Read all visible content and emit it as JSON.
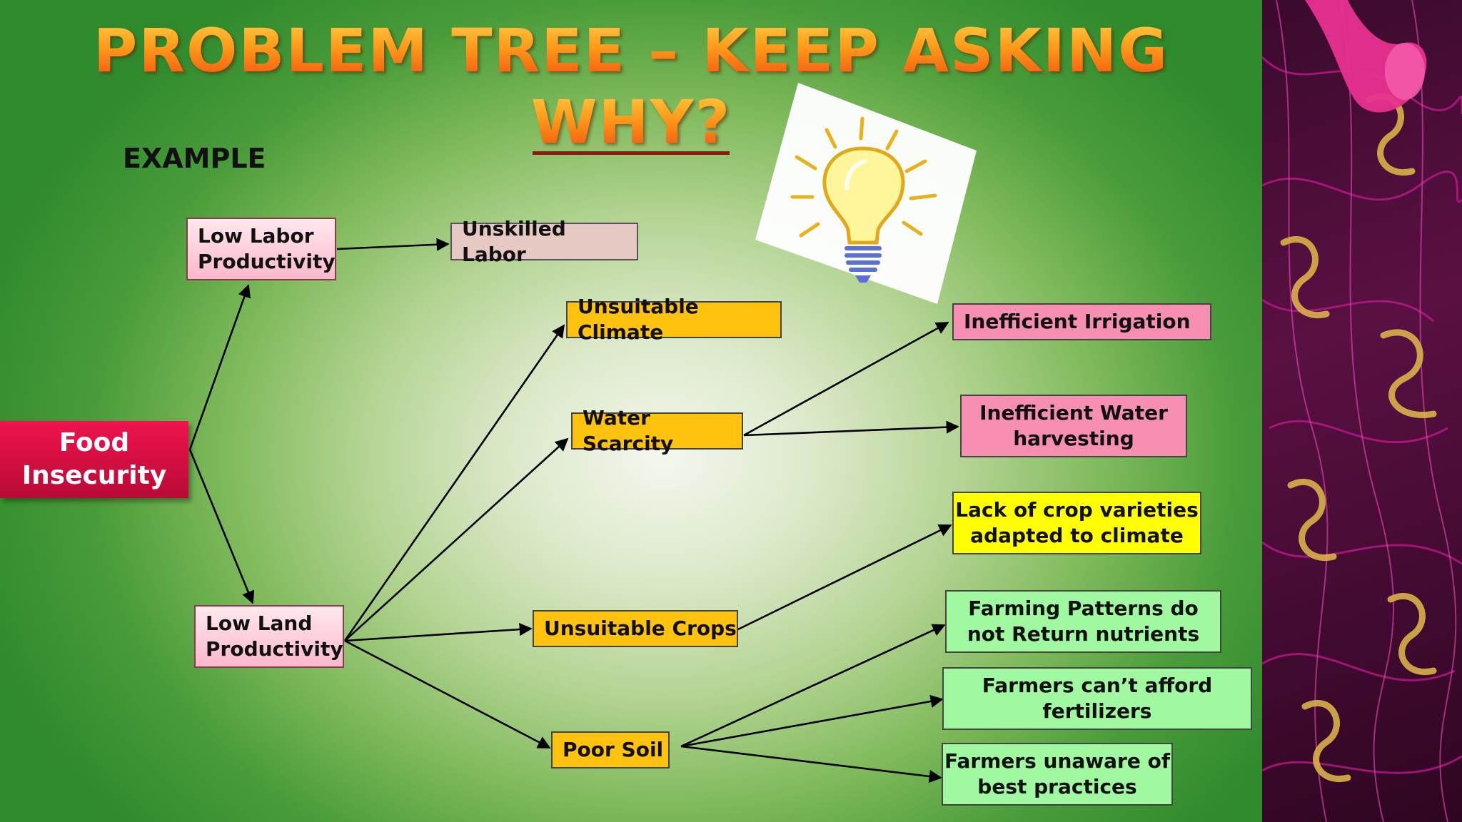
{
  "title": {
    "line1": "PROBLEM TREE – KEEP ASKING",
    "line2": "WHY?"
  },
  "example_label": "EXAMPLE",
  "nodes": {
    "food_insecurity": "Food Insecurity",
    "low_labor": "Low Labor Productivity",
    "unskilled_labor": "Unskilled Labor",
    "low_land": "Low Land Productivity",
    "unsuitable_climate": "Unsuitable Climate",
    "water_scarcity": "Water Scarcity",
    "unsuitable_crops": "Unsuitable Crops",
    "poor_soil": "Poor Soil",
    "inefficient_irrigation": "Inefficient Irrigation",
    "inefficient_water_harvesting": "Inefficient Water harvesting",
    "lack_crop_varieties": "Lack of crop varieties adapted to climate",
    "farming_patterns": "Farming Patterns do not Return nutrients",
    "cant_afford_fertilizers": "Farmers can’t afford fertilizers",
    "unaware_best_practices": "Farmers unaware of best practices"
  },
  "edges": [
    [
      "food_insecurity",
      "low_labor"
    ],
    [
      "food_insecurity",
      "low_land"
    ],
    [
      "low_labor",
      "unskilled_labor"
    ],
    [
      "low_land",
      "unsuitable_climate"
    ],
    [
      "low_land",
      "water_scarcity"
    ],
    [
      "low_land",
      "unsuitable_crops"
    ],
    [
      "low_land",
      "poor_soil"
    ],
    [
      "water_scarcity",
      "inefficient_irrigation"
    ],
    [
      "water_scarcity",
      "inefficient_water_harvesting"
    ],
    [
      "unsuitable_crops",
      "lack_crop_varieties"
    ],
    [
      "poor_soil",
      "farming_patterns"
    ],
    [
      "poor_soil",
      "cant_afford_fertilizers"
    ],
    [
      "poor_soil",
      "unaware_best_practices"
    ]
  ],
  "colors": {
    "root": "#d80d40",
    "level1": "#fbc3d3",
    "cause": "#ffc20e",
    "water_causes": "#f78fb3",
    "crop_causes": "#ffff00",
    "soil_causes": "#a0f8a0",
    "title": "#ff7a10"
  },
  "icons": [
    "light-bulb-icon"
  ],
  "decorations": [
    "party-streamer-image"
  ]
}
